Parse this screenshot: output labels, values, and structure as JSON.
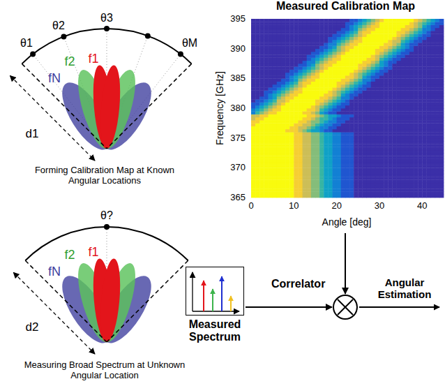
{
  "diagram": {
    "nodes": [
      {
        "text": [
          "Measured Calibration Map"
        ]
      },
      {
        "text": [
          "Measured Spectrum"
        ]
      },
      {
        "text": [
          "Correlator"
        ]
      }
    ],
    "edges": [
      {
        "from": 0,
        "to": 2,
        "arrow": "to"
      },
      {
        "from": 1,
        "to": 2,
        "arrow": "to"
      }
    ],
    "labels": [
      "θ1",
      "θ2",
      "θ3",
      "θM",
      "f1",
      "f2",
      "fN",
      "d1",
      "Forming Calibration Map at Known Angular Locations",
      "θ?",
      "f1",
      "f2",
      "fN",
      "d2",
      "Measuring Broad Spectrum at Unknown Angular Location",
      "395",
      "390",
      "385",
      "380",
      "375",
      "370",
      "365",
      "0",
      "10",
      "20",
      "30",
      "40",
      "Frequency [GHz]",
      "Angle [deg]",
      "Angular Estimation"
    ]
  }
}
